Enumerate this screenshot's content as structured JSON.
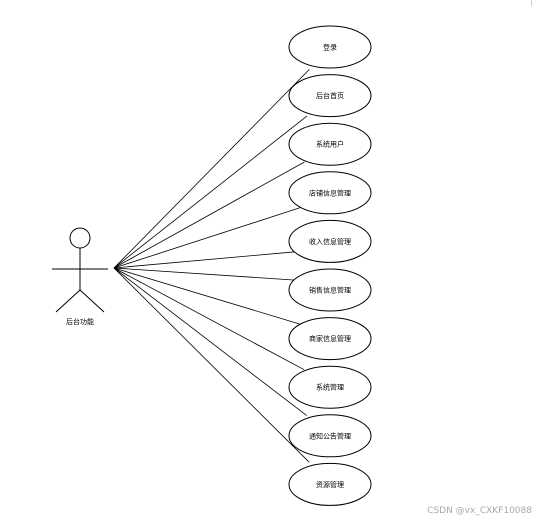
{
  "actor": {
    "label": "后台功能"
  },
  "use_cases": [
    {
      "label": "登录"
    },
    {
      "label": "后台首页"
    },
    {
      "label": "系统用户"
    },
    {
      "label": "店铺信息管理"
    },
    {
      "label": "收入信息管理"
    },
    {
      "label": "销售信息管理"
    },
    {
      "label": "商家信息管理"
    },
    {
      "label": "系统管理"
    },
    {
      "label": "通知公告管理"
    },
    {
      "label": "资源管理"
    }
  ],
  "watermark": "CSDN @vx_CXKF10088"
}
